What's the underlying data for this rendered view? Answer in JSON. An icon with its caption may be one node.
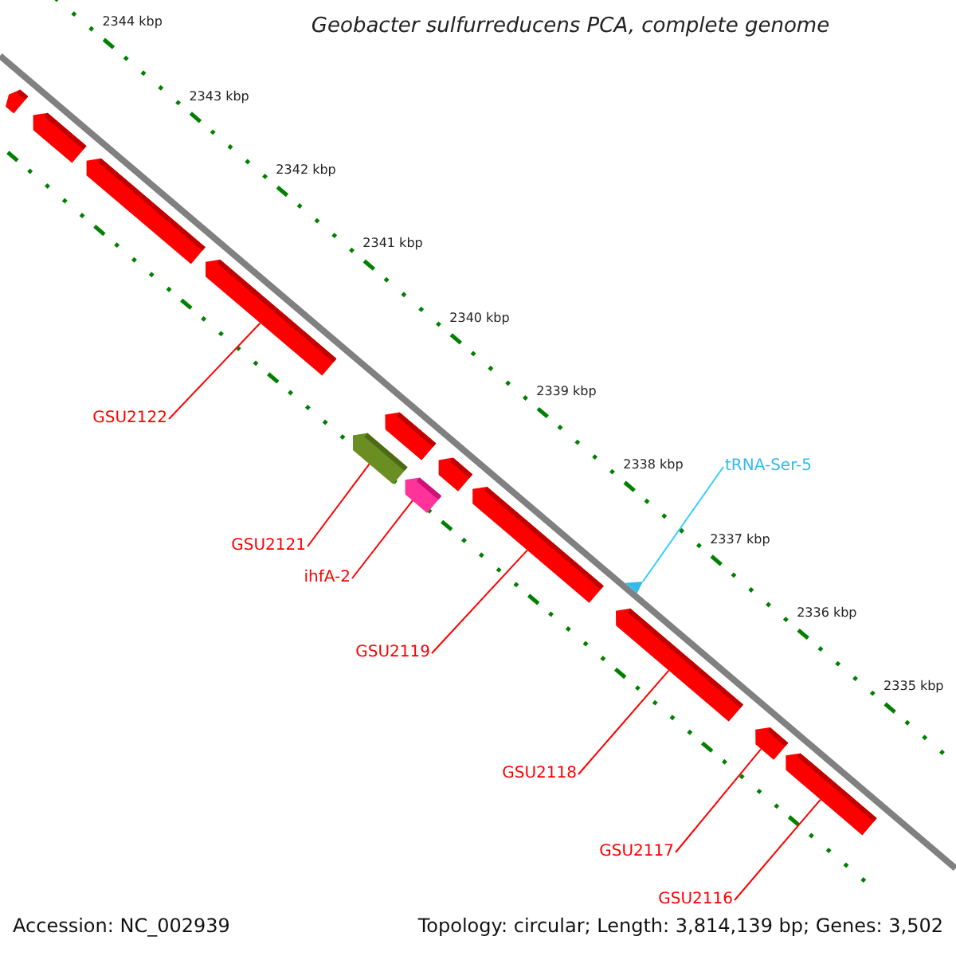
{
  "diagram": {
    "title": "Geobacter sulfurreducens PCA, complete genome",
    "nodes": [
      {
        "text": [
          "GSU2122"
        ]
      },
      {
        "text": [
          "tRNA-Ser-5"
        ]
      },
      {
        "text": [
          "GSU2121"
        ]
      },
      {
        "text": [
          "ihfA-2"
        ]
      },
      {
        "text": [
          "GSU2119"
        ]
      },
      {
        "text": [
          "GSU2118"
        ]
      },
      {
        "text": [
          "GSU2117"
        ]
      },
      {
        "text": [
          "GSU2116"
        ]
      },
      {
        "text": [],
        "shape": "bar"
      },
      {
        "text": [],
        "shape": "bar"
      },
      {
        "text": [],
        "shape": "bar"
      },
      {
        "text": [],
        "shape": "triangle"
      },
      {
        "text": [],
        "shape": "bar"
      },
      {
        "text": [],
        "shape": "bar"
      },
      {
        "text": [],
        "shape": "bar"
      },
      {
        "text": [],
        "shape": "bar"
      },
      {
        "text": [],
        "shape": "bar"
      },
      {
        "text": [],
        "shape": "bar"
      },
      {
        "text": [],
        "shape": "bar"
      },
      {
        "text": [],
        "shape": "bar"
      },
      {
        "text": [],
        "shape": "bar"
      }
    ],
    "edges": [
      {
        "from": 0,
        "to": 8,
        "arrow": "none"
      },
      {
        "from": 1,
        "to": 11,
        "arrow": "none",
        "color": "#33ccff"
      },
      {
        "from": 2,
        "to": 9,
        "arrow": "none"
      },
      {
        "from": 3,
        "to": 10,
        "arrow": "none"
      },
      {
        "from": 4,
        "to": 12,
        "arrow": "none"
      },
      {
        "from": 5,
        "to": 13,
        "arrow": "none"
      },
      {
        "from": 6,
        "to": 14,
        "arrow": "none"
      },
      {
        "from": 7,
        "to": 15,
        "arrow": "none"
      }
    ],
    "labels": [
      "2344 kbp",
      "2343 kbp",
      "2342 kbp",
      "2341 kbp",
      "2340 kbp",
      "2339 kbp",
      "2338 kbp",
      "2337 kbp",
      "2336 kbp",
      "2335 kbp",
      "Accession: NC_002939",
      "Topology: circular; Length: 3,814,139 bp; Genes: 3,502"
    ]
  }
}
